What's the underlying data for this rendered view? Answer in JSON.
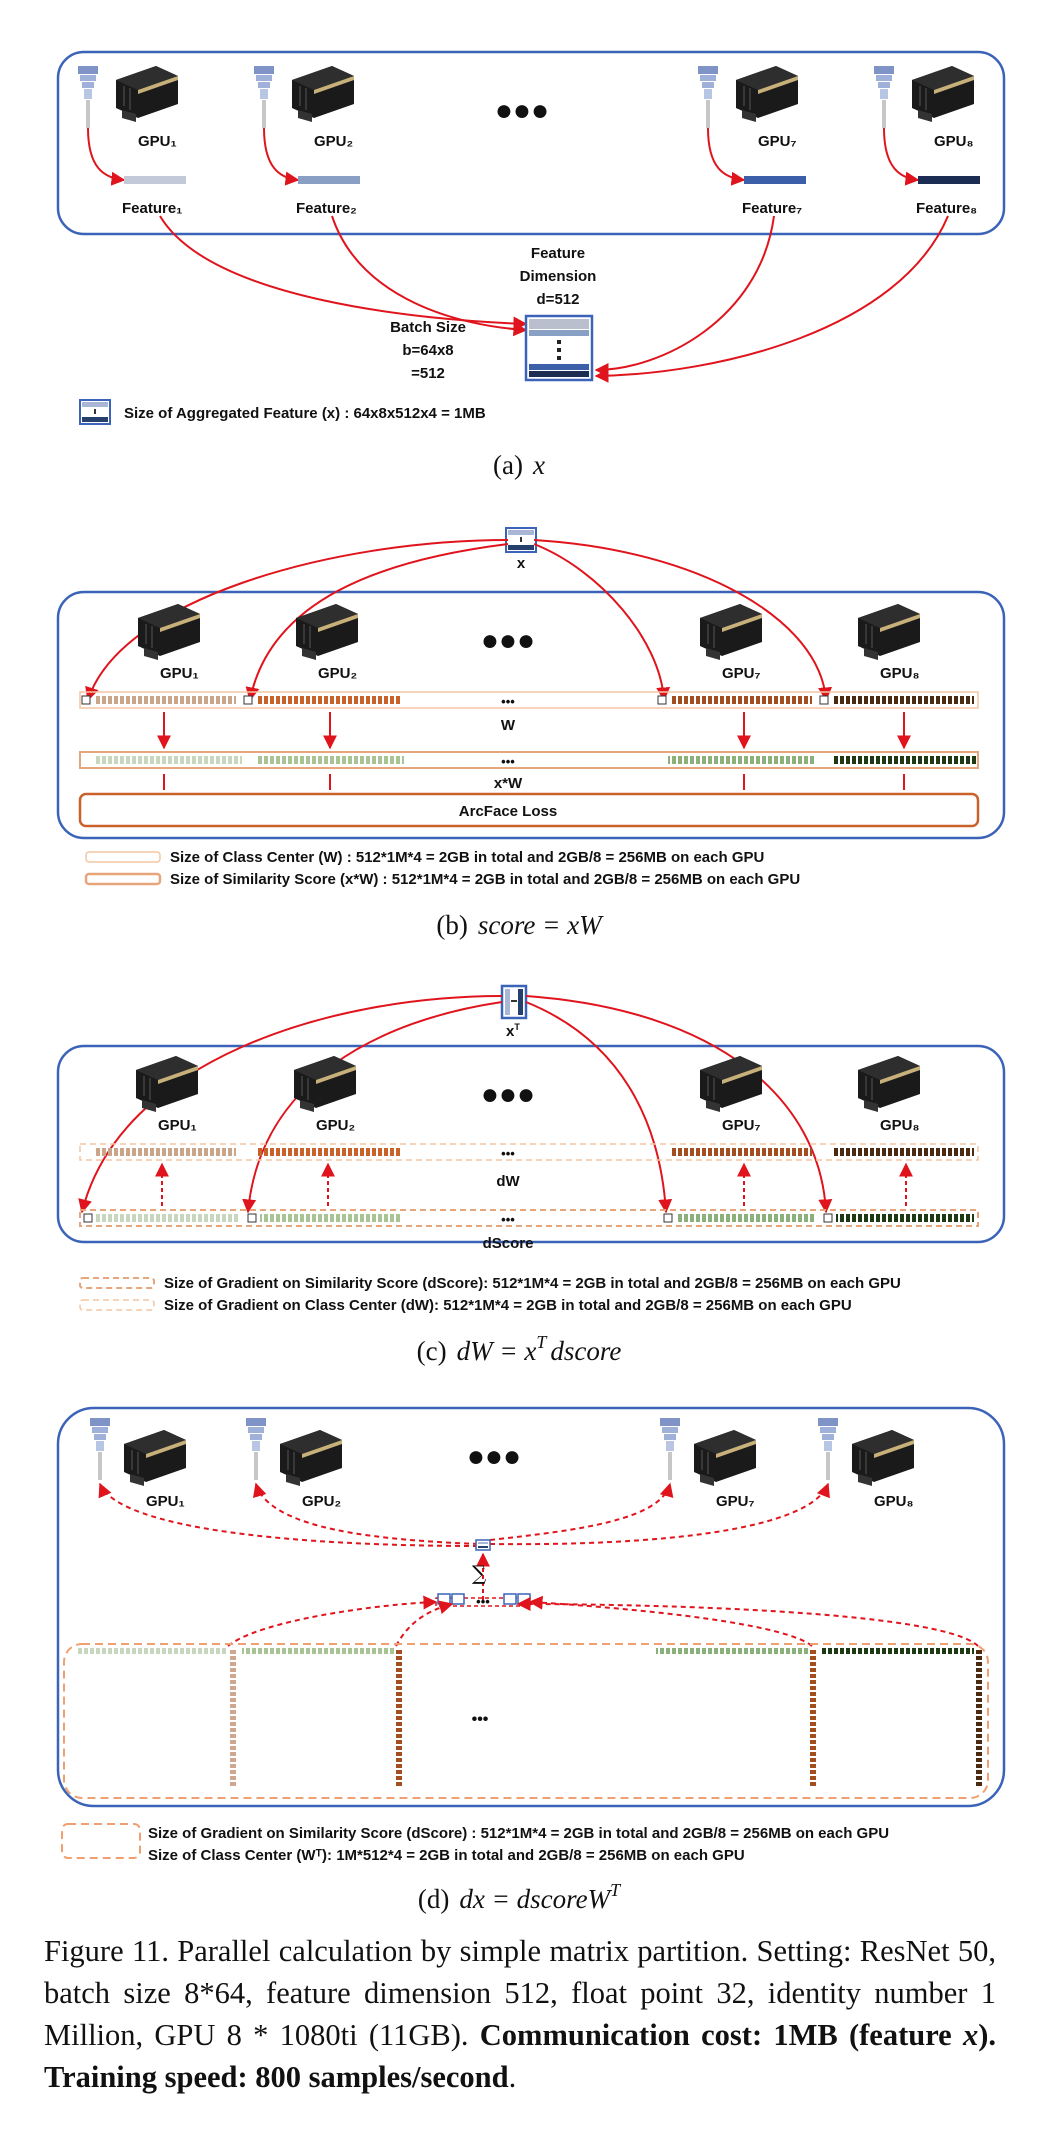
{
  "panel_a": {
    "gpu_labels": [
      "GPU₁",
      "GPU₂",
      "GPU₇",
      "GPU₈"
    ],
    "feature_labels": [
      "Feature₁",
      "Feature₂",
      "Feature₇",
      "Feature₈"
    ],
    "dots": "●●●",
    "feature_dimension": [
      "Feature",
      "Dimension",
      "d=512"
    ],
    "batch_size": [
      "Batch Size",
      "b=64x8",
      "=512"
    ],
    "legend": "Size of Aggregated Feature (x) : 64x8x512x4 = 1MB",
    "caption_prefix": "(a)",
    "caption_math": "x"
  },
  "panel_b": {
    "x_label": "x",
    "gpu_labels": [
      "GPU₁",
      "GPU₂",
      "GPU₇",
      "GPU₈"
    ],
    "dots": "●●●",
    "small_dots": "•••",
    "w_label": "W",
    "xw_label": "x*W",
    "loss_label": "ArcFace Loss",
    "legend_1": "Size of Class Center (W) : 512*1M*4 = 2GB in total and 2GB/8 = 256MB  on each GPU",
    "legend_2": "Size of Similarity Score (x*W) : 512*1M*4 = 2GB in total and 2GB/8 = 256MB on each GPU",
    "caption_prefix": "(b)",
    "caption_math": "score = xW"
  },
  "panel_c": {
    "xt_label": "x",
    "xt_sup": "T",
    "gpu_labels": [
      "GPU₁",
      "GPU₂",
      "GPU₇",
      "GPU₈"
    ],
    "dots": "●●●",
    "small_dots": "•••",
    "dw_label": "dW",
    "dscore_label": "dScore",
    "legend_1": "Size of Gradient on Similarity Score (dScore): 512*1M*4 = 2GB in total and 2GB/8 = 256MB on each GPU",
    "legend_2": "Size of Gradient on Class Center (dW): 512*1M*4 = 2GB in total and 2GB/8 = 256MB  on each GPU",
    "caption_prefix": "(c)",
    "caption_math_1": "dW = x",
    "caption_sup": "T",
    "caption_math_2": "dscore"
  },
  "panel_d": {
    "gpu_labels": [
      "GPU₁",
      "GPU₂",
      "GPU₇",
      "GPU₈"
    ],
    "dots": "●●●",
    "sum_symbol": "∑",
    "small_dots": "•••",
    "legend_1": "Size of Gradient on Similarity Score (dScore) : 512*1M*4 = 2GB in total and 2GB/8 = 256MB on each GPU",
    "legend_2": "Size of Class Center (Wᵀ): 1M*512*4 = 2GB in total and 2GB/8 = 256MB on each GPU",
    "caption_prefix": "(d)",
    "caption_math_1": "dx = dscoreW",
    "caption_sup": "T"
  },
  "figure_caption": {
    "text_1": "Figure 11. Parallel calculation by simple matrix partition. Setting: ResNet 50, batch size 8*64, feature dimension 512, float point 32, identity number 1 Million, GPU 8 * 1080ti (11GB). ",
    "bold_1": "Communication cost: 1MB (feature ",
    "bold_math": "x",
    "bold_2": "). Training speed: 800 samples/second",
    "text_2": "."
  },
  "colors": {
    "frame_blue": "#3b63b8",
    "arrow_red": "#e0141c",
    "orange": "#c8622a",
    "light_orange": "#f4c6a3",
    "dark_brown": "#4a2a10",
    "green": "#8cb07a",
    "dark_green": "#1e3a14",
    "gpu_black": "#1a1a1a",
    "gpu_gold": "#c8b07a"
  }
}
